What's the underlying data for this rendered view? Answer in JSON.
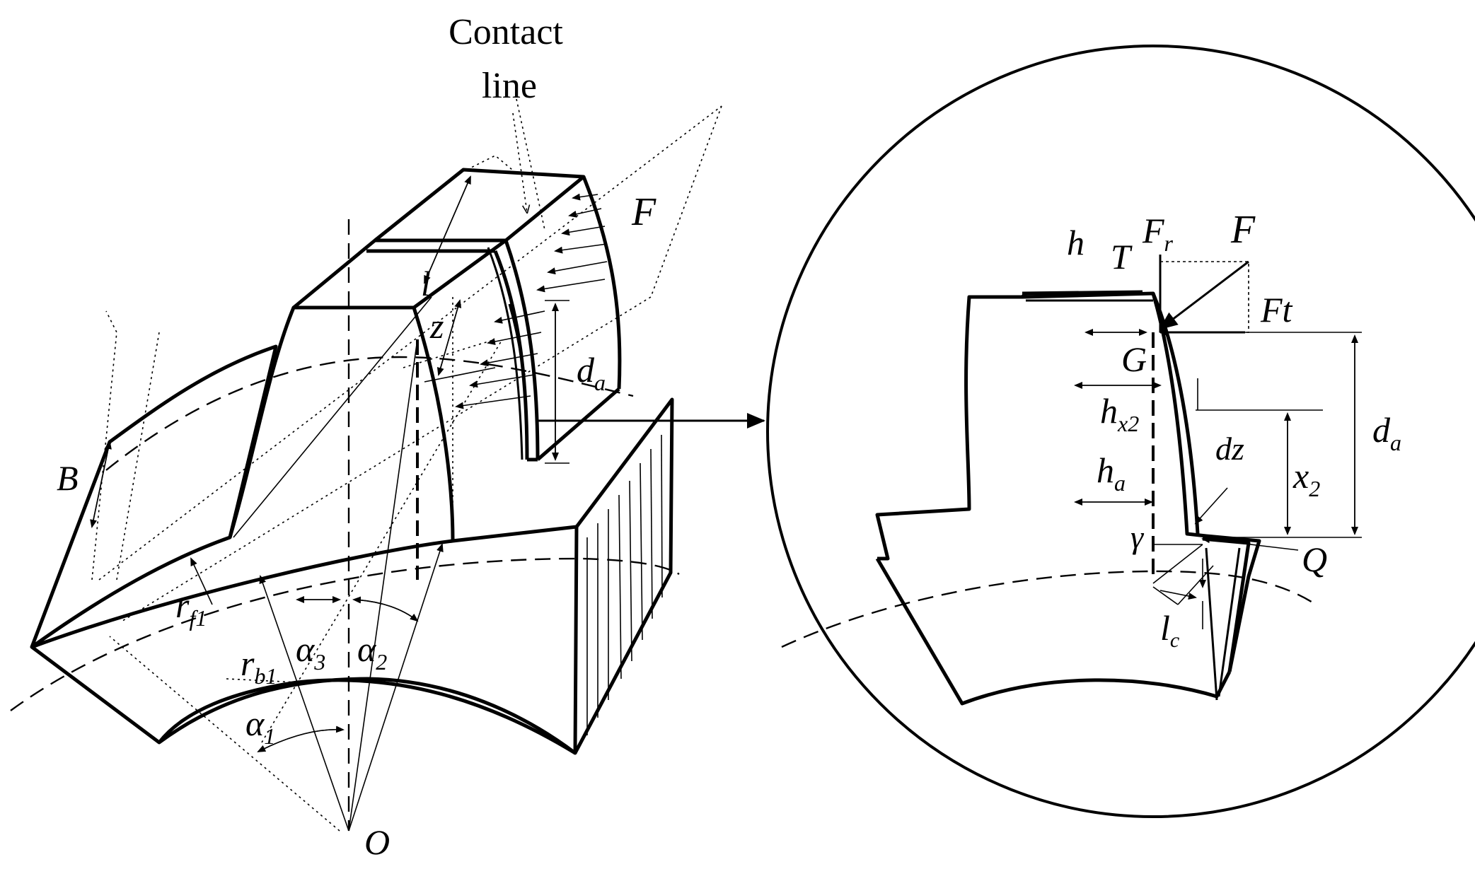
{
  "labels": {
    "contact_line_1": "Contact",
    "contact_line_2": "line",
    "F_left": "F",
    "l": "l",
    "z": "z",
    "d_a_left_main": "d",
    "d_a_left_sub": "a",
    "B": "B",
    "r_f1_main": "r",
    "r_f1_sub": "f1",
    "r_b1_main": "r",
    "r_b1_sub": "b1",
    "alpha3_main": "α",
    "alpha3_sub": "3",
    "alpha2_main": "α",
    "alpha2_sub": "2",
    "alpha1_main": "α",
    "alpha1_sub": "1",
    "O": "O",
    "h": "h",
    "T": "T",
    "Fr_main": "F",
    "Fr_sub": "r",
    "F_right": "F",
    "Ft": "Ft",
    "G": "G",
    "hx2_main": "h",
    "hx2_sub": "x2",
    "d_a_right_main": "d",
    "d_a_right_sub": "a",
    "dz": "dz",
    "ha_main": "h",
    "ha_sub": "a",
    "x2_main": "x",
    "x2_sub": "2",
    "gamma": "γ",
    "Q": "Q",
    "lc_main": "l",
    "lc_sub": "c"
  }
}
